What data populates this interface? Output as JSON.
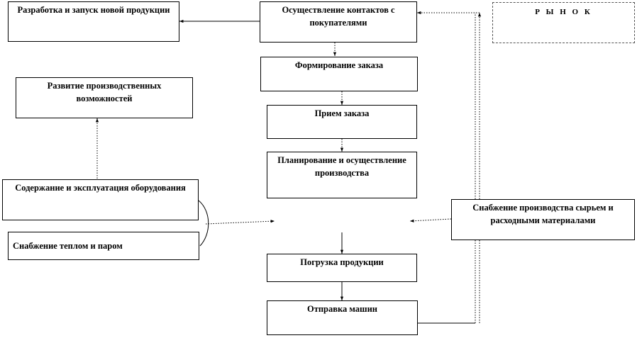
{
  "boxes": {
    "development": "Разработка и запуск новой продукции",
    "contacts": "Осуществление контактов с покупателями",
    "market": "Р Ы Н О К",
    "order_forming": "Формирование заказа",
    "capacity": "Развитие производственных возможностей",
    "order_accept": "Прием заказа",
    "planning": "Планирование и осуществление производства",
    "equipment": "Содержание и эксплуатация оборудования",
    "supply_materials": "Снабжение производства сырьем и расходными материалами",
    "heat_supply": "Снабжение теплом и паром",
    "loading": "Погрузка продукции",
    "shipping": "Отправка машин"
  }
}
